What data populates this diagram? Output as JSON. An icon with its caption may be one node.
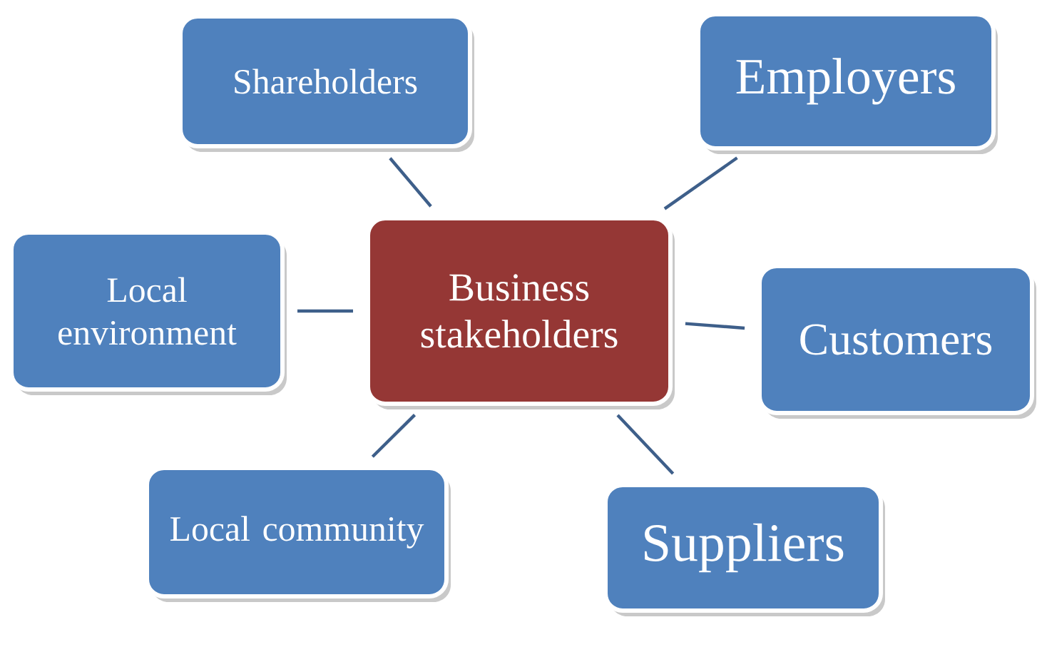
{
  "diagram": {
    "nodes": [
      {
        "text": [
          "Business stakeholders"
        ]
      },
      {
        "text": [
          "Shareholders"
        ]
      },
      {
        "text": [
          "Employers"
        ]
      },
      {
        "text": [
          "Local environment"
        ]
      },
      {
        "text": [
          "Customers"
        ]
      },
      {
        "text": [
          "Local community"
        ]
      },
      {
        "text": [
          "Suppliers"
        ]
      }
    ],
    "edges": [
      {
        "from": 0,
        "to": 1,
        "arrow": "none"
      },
      {
        "from": 0,
        "to": 2,
        "arrow": "none"
      },
      {
        "from": 0,
        "to": 3,
        "arrow": "none"
      },
      {
        "from": 0,
        "to": 4,
        "arrow": "none"
      },
      {
        "from": 0,
        "to": 5,
        "arrow": "none"
      },
      {
        "from": 0,
        "to": 6,
        "arrow": "none"
      }
    ]
  }
}
